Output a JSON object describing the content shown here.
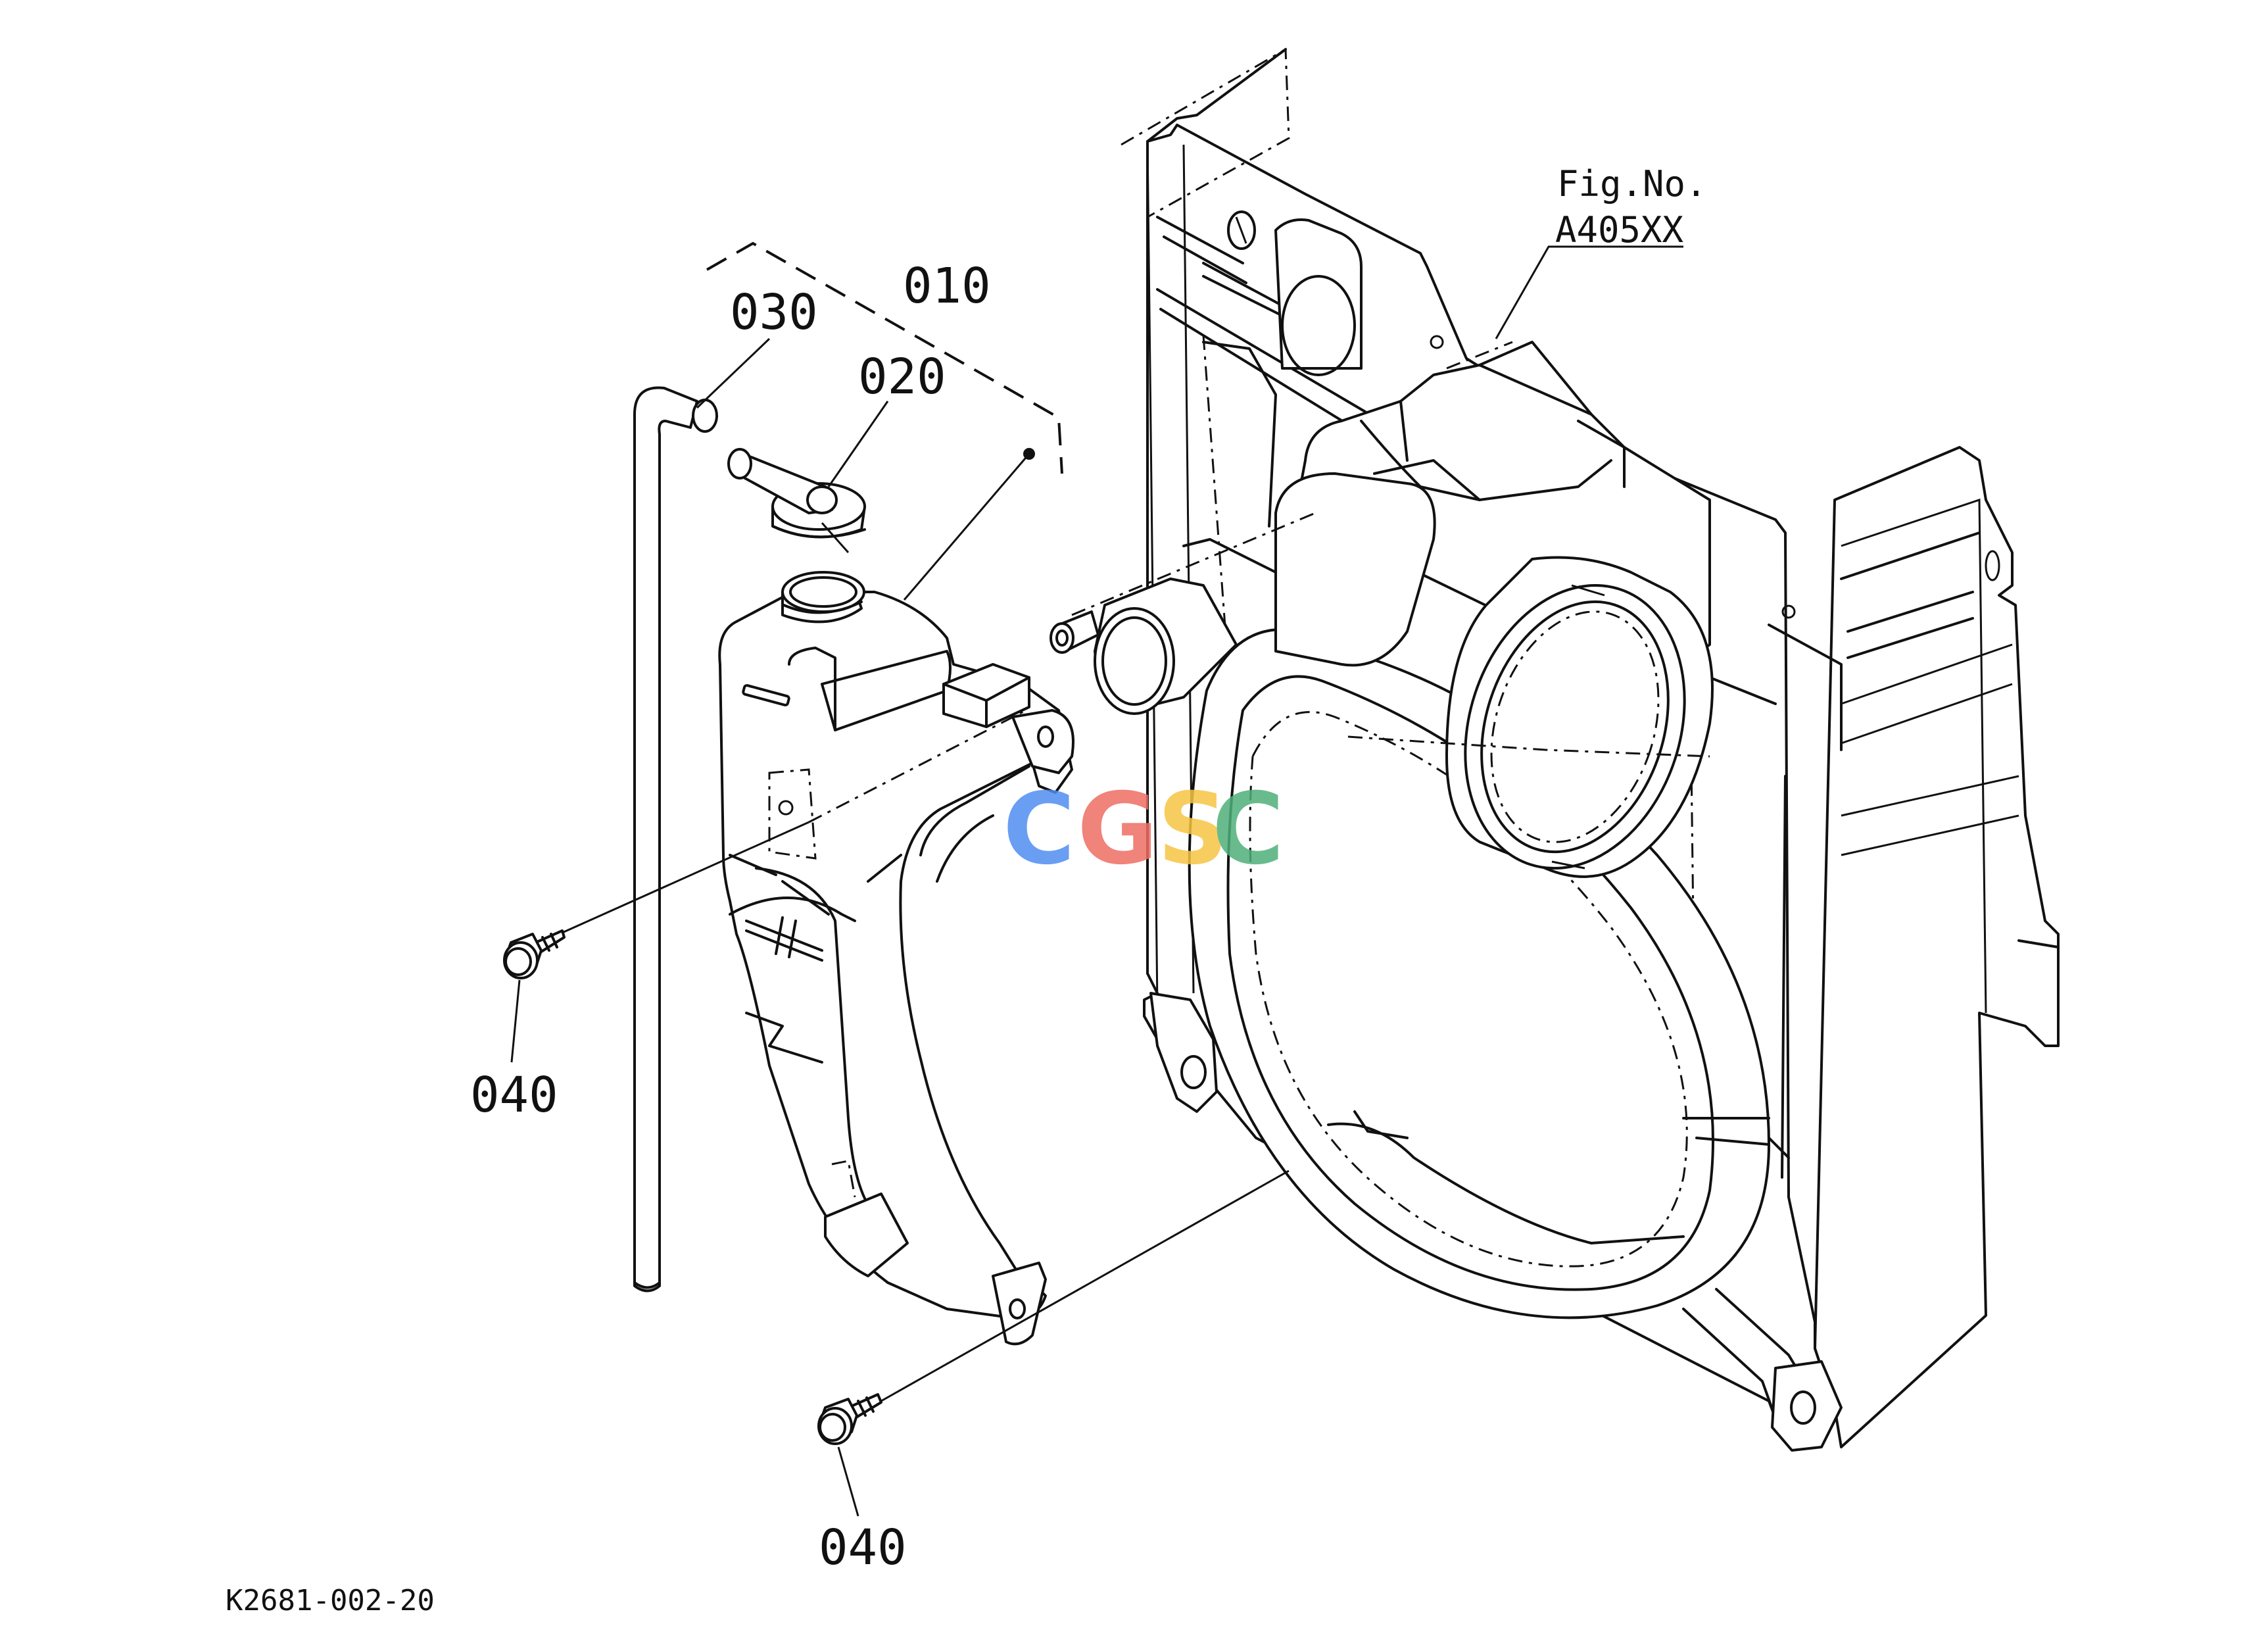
{
  "labels": {
    "part_010": "010",
    "part_020": "020",
    "part_030": "030",
    "part_040_upper": "040",
    "part_040_lower": "040",
    "fig_no_caption": "Fig.No.",
    "fig_no_value": "A405XX",
    "drawing_code": "K2681-002-20"
  },
  "watermark": {
    "letters": [
      "C",
      "G",
      "S",
      "C"
    ],
    "colors": [
      "#4f8ef0",
      "#ee6e63",
      "#f6c544",
      "#4fb07a"
    ]
  }
}
